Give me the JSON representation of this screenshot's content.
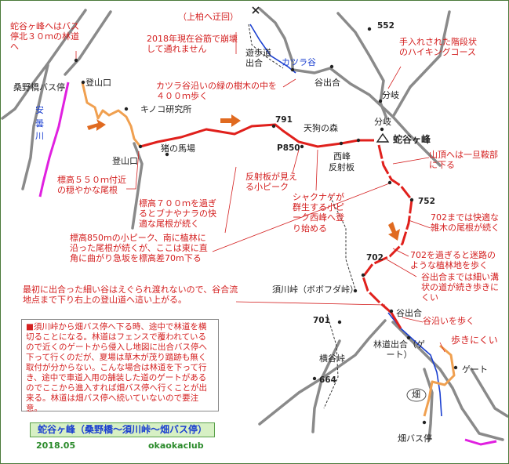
{
  "labels": {
    "top_left_note": "蛇谷ヶ峰へはバス停北３０ｍの林道へ",
    "kuwanohashi_bus": "桑野橋バス停",
    "tozanguchi_1": "登山口",
    "kinoko": "キノコ研究所",
    "tozanguchi_2": "登山口",
    "inonobaba": "猪の馬場",
    "ado_river": "安曇川",
    "kamikutsuki": "（上柏へ迂回）",
    "road_note": "2018年現在谷筋で崩壊して通れません",
    "yuhodo": "遊歩道出合",
    "katsura_dani": "カツラ谷",
    "tanideai": "谷出合",
    "katsura_note": "カツラ谷沿いの緑の樹木の中を４００ｍ歩く",
    "peak_552": "552",
    "hiking_note": "手入れされた階段状のハイキングコース",
    "bunki_1": "分岐",
    "bunki_2": "分岐",
    "jajagamine": "蛇谷ヶ峰",
    "pt_791": "791",
    "tengu": "天狗の森",
    "p850": "P850",
    "nishimine": "西峰",
    "hanshaban": "反射板",
    "sanchou_note": "山頂へは一旦鞍部に下る",
    "reflector_note": "反射板が見える小ピーク",
    "shakunage_note": "シャクナゲが群生する小ピーク西峰へ登り始める",
    "elev550_note": "標高５５０ｍ付近の穏やかな尾根",
    "elev700_note": "標高７００ｍを過ぎるとブナやナラの快適な尾根が続く",
    "pt_752": "752",
    "note_702a": "702までは快適な雑木の尾根が続く",
    "elev850_note": "標高850mの小ピーク、南に植林に沿った尾根が続くが、ここは東に直角に曲がり急坂を標高差70m下る",
    "pt_702": "702",
    "note_702b": "702を過ぎると迷路のような植林地を歩く",
    "stream_note": "最初に出合った細い谷はえぐられ渡れないので、谷合流地点まで下り右上の登山道へ這い上がる。",
    "sukawa": "須川峠（ボボフダ峠）",
    "tanideai_note": "谷出合までは細い溝状の道が続き歩きにくい",
    "tanideai_2": "谷出合",
    "tanizoi": "谷沿いを歩く",
    "pt_701": "701",
    "rindo_deai": "林道出合（ゲート）",
    "arukinikui": "歩きにくい",
    "yokotani": "横谷峠",
    "gate": "ゲート",
    "pt_664": "664",
    "hata": "畑",
    "hata_bus": "畑バス停"
  },
  "note": "■須川峠から畑バス停へ下る時、途中で林道を横切ることになる。林道はフェンスで覆われているので近くのゲートから侵入し地図に出合バス停へ下って行くのだが、夏場は草木が茂り踏跡も無く取付が分からない。こんな場合は林道を下って行き、途中で車道入用の舗装した道のゲートがあるのでここから進入すれば畑バス停へ行くことが出来る。林道は畑バス停へ続いていないので要注意。",
  "title": "蛇谷ヶ峰（桑野橋～須川峠～畑バス停）",
  "date": "2018.05",
  "credit": "okaokaclub",
  "colors": {
    "route": "#e0201c",
    "road": "#888888",
    "river": "#1a3fd0",
    "detour": "#f0a050",
    "note_text": "#d42020",
    "title_bg": "#d7f0c4"
  }
}
